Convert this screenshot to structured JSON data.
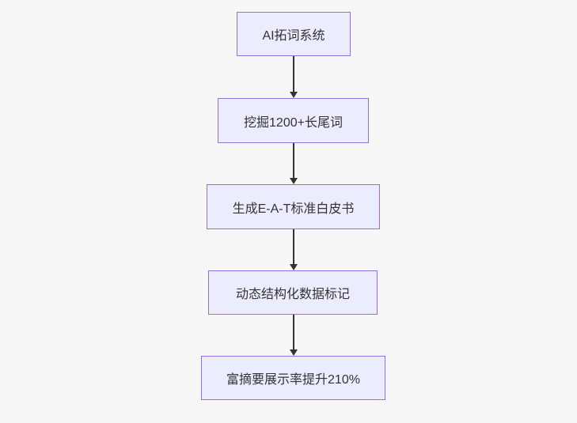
{
  "diagram": {
    "type": "flowchart",
    "direction": "top-down",
    "nodes": [
      {
        "id": "n1",
        "label": "AI拓词系统"
      },
      {
        "id": "n2",
        "label": "挖掘1200+长尾词"
      },
      {
        "id": "n3",
        "label": "生成E-A-T标准白皮书"
      },
      {
        "id": "n4",
        "label": "动态结构化数据标记"
      },
      {
        "id": "n5",
        "label": "富摘要展示率提升210%"
      }
    ],
    "edges": [
      {
        "from": "n1",
        "to": "n2"
      },
      {
        "from": "n2",
        "to": "n3"
      },
      {
        "from": "n3",
        "to": "n4"
      },
      {
        "from": "n4",
        "to": "n5"
      }
    ],
    "colors": {
      "node_fill": "#ECECFF",
      "node_border": "#9370DB",
      "arrow": "#333333",
      "text": "#333333",
      "background": "#f7f7f7"
    }
  }
}
